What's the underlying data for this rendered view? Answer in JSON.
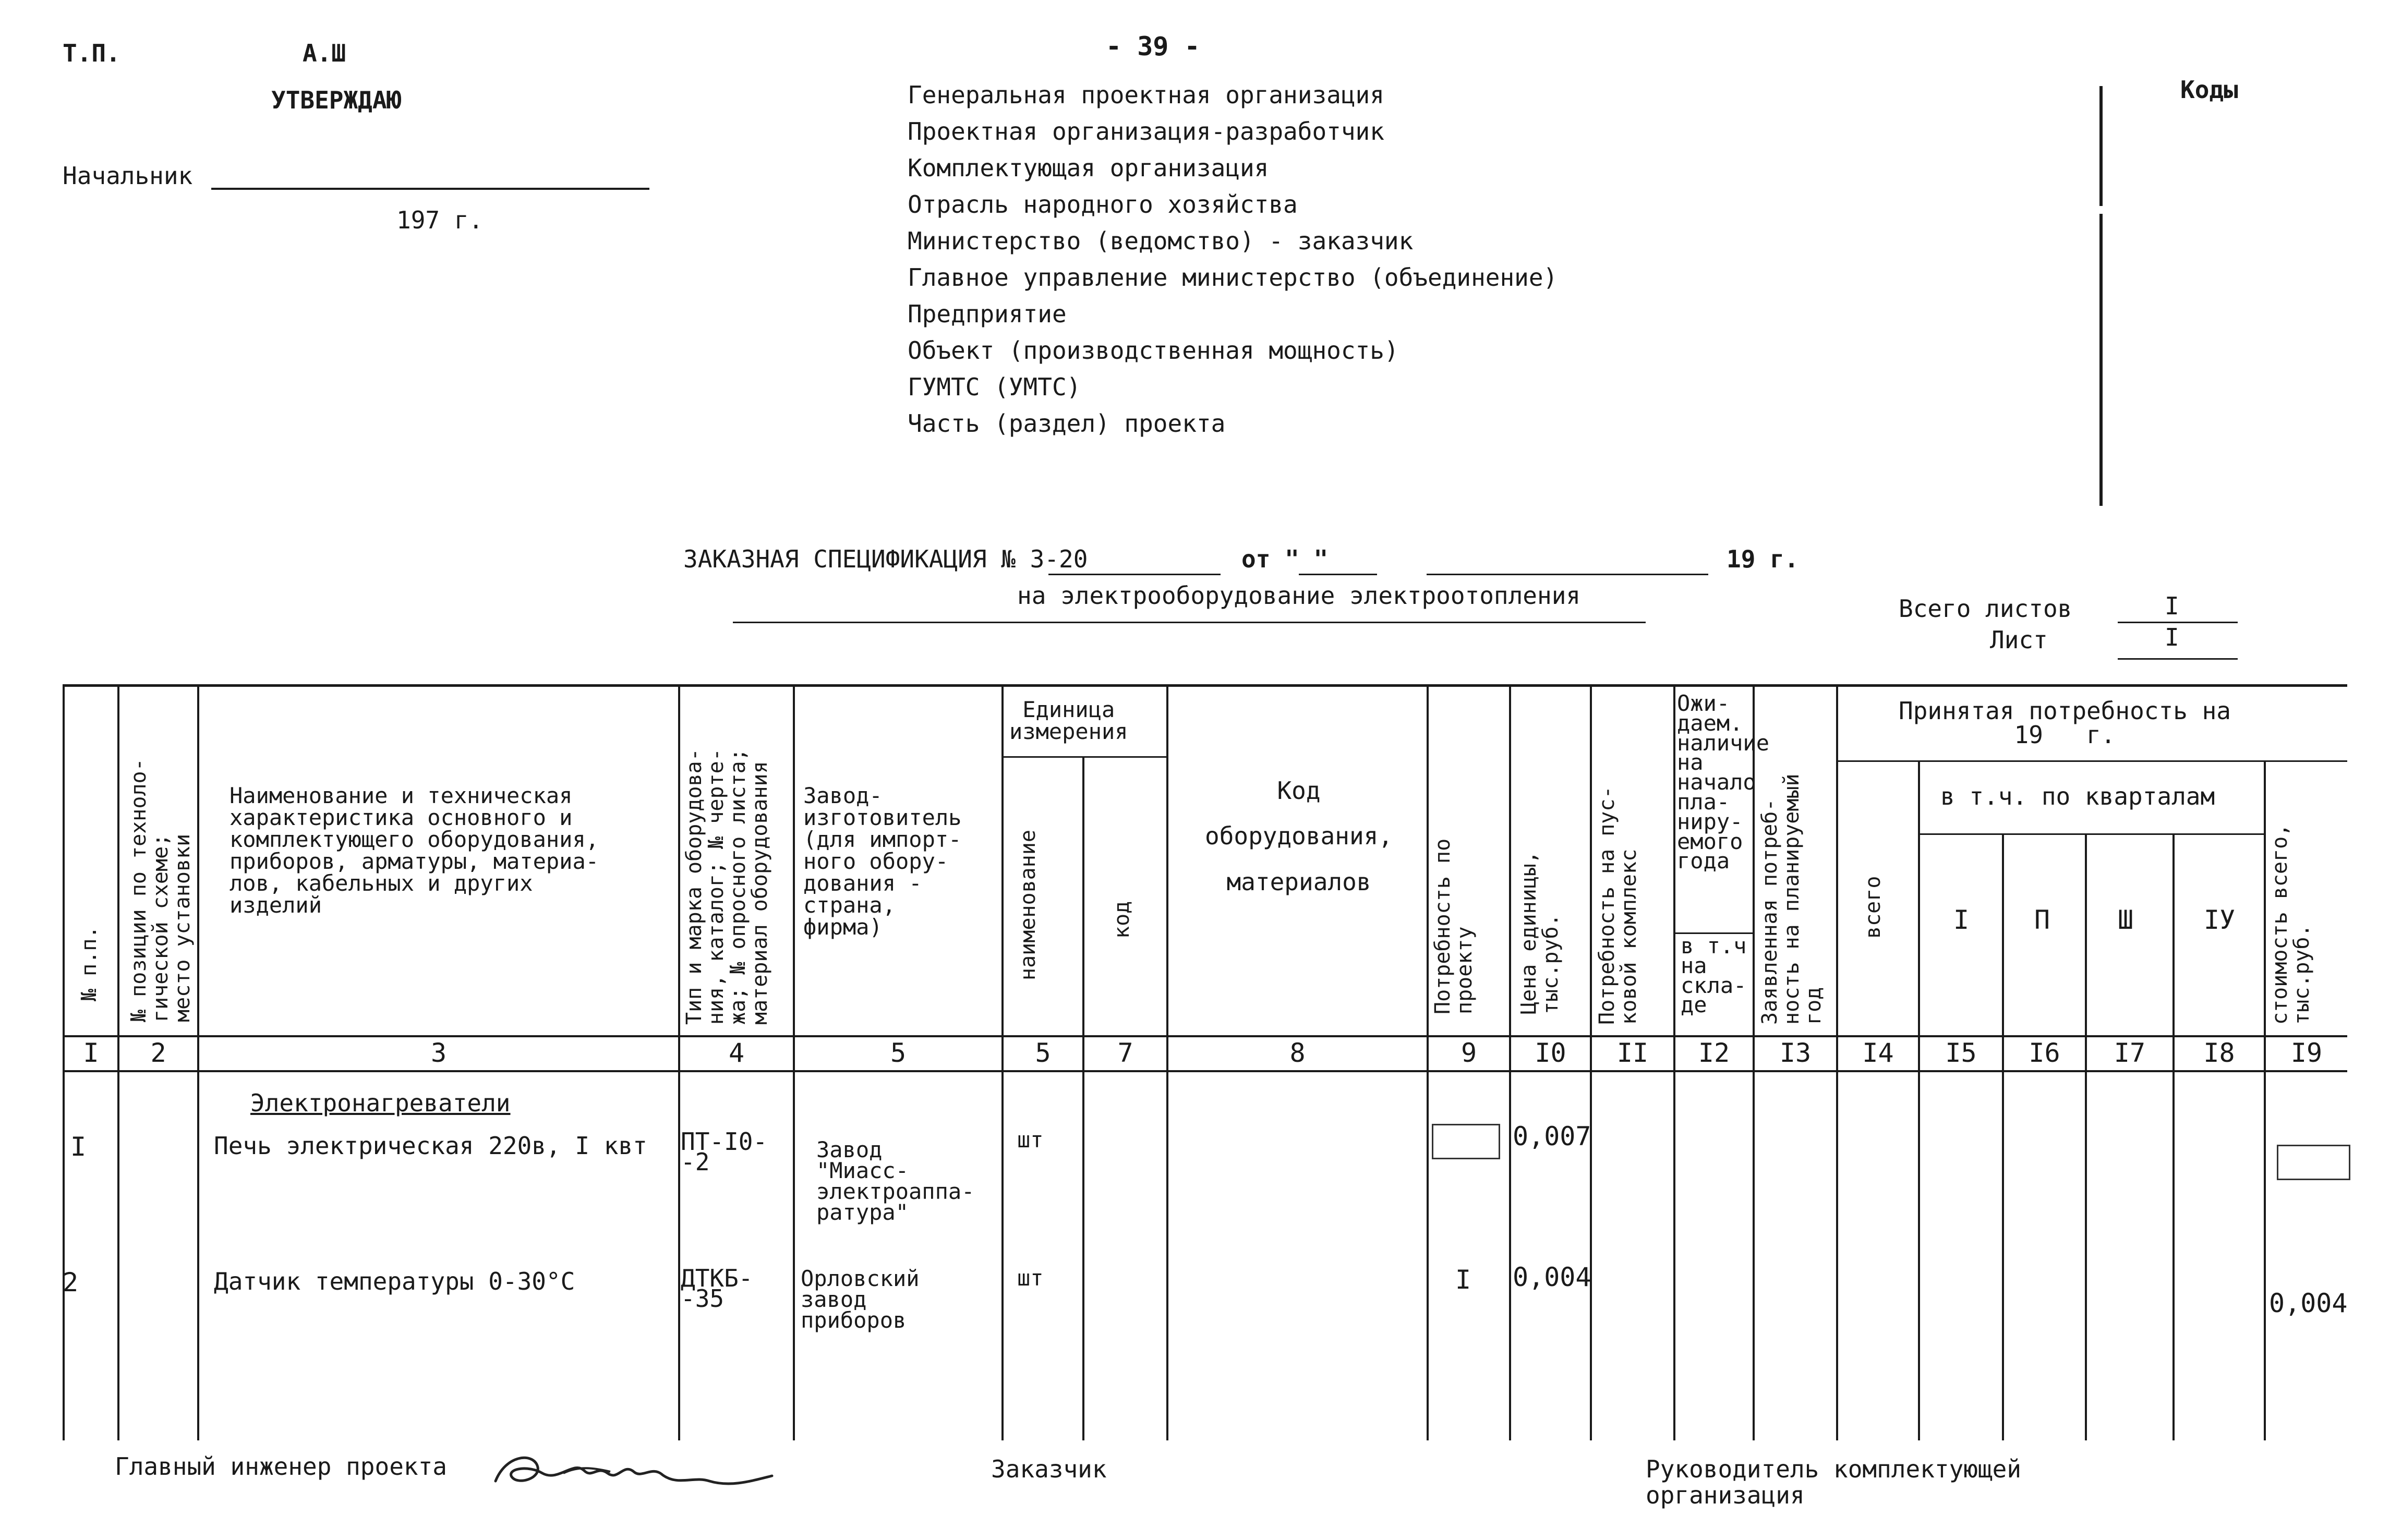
{
  "header": {
    "tp": "Т.П.",
    "album": "А.Ш",
    "page_number": "- 39 -",
    "approve": "УТВЕРЖДАЮ",
    "chief": "Начальник",
    "year": "197   г.",
    "codes": "Коды",
    "org_lines": [
      "Генеральная проектная организация",
      "Проектная организация-разработчик",
      "Комплектующая организация",
      "Отрасль народного хозяйства",
      "Министерство (ведомство) - заказчик",
      "Главное управление министерство (объединение)",
      "Предприятие",
      "Объект (производственная мощность)",
      "ГУМТС (УМТС)",
      "Часть (раздел) проекта"
    ]
  },
  "title": {
    "spec": "ЗАКАЗНАЯ СПЕЦИФИКАЦИЯ № 3-20",
    "from": "от  \"     \"",
    "year": "19  г.",
    "subtitle": "на электрооборудование электроотопления",
    "sheets_total_label": "Всего листов",
    "sheets_total": "I",
    "sheet_label": "Лист",
    "sheet": "I"
  },
  "table": {
    "headers": {
      "c1": "№ п.п.",
      "c2": "№ позиции по техноло-\nгической схеме;\nместо установки",
      "c3": "Наименование и техническая\nхарактеристика основного и\nкомплектующего оборудования,\nприборов, арматуры, материа-\nлов, кабельных и других\nизделий",
      "c4": "Тип и марка оборудова-\nния, каталог; № черте-\nжа; № опросного листа;\nматериал оборудования",
      "c5": "Завод-\nизготовитель\n(для импорт-\nного обору-\nдования -\nстрана,\nфирма)",
      "unit": "Единица\nизмерения",
      "unit_name": "наименование",
      "unit_code": "код",
      "c8": "Код\n\nоборудования,\n\nматериалов",
      "c9": "Потребность по\nпроекту",
      "c10": "Цена единицы,\nтыс.руб.",
      "c11": "Потребность на пус-\nковой комплекс",
      "c12_top": "Ожи-\nдаем.\nналичие\nна\nначало\nпла-\nниру-\nемого\nгода",
      "c12_bottom": "в т.ч\nна\nскла-\nде",
      "c13": "Заявленная потреб-\nность на планируемый\nгод",
      "accepted": "Принятая потребность на\n19   г.",
      "total": "всего",
      "quarters": "в т.ч. по кварталам",
      "q1": "I",
      "q2": "П",
      "q3": "Ш",
      "q4": "IУ",
      "c19": "стоимость всего,\nтыс.руб."
    },
    "col_numbers": [
      "I",
      "2",
      "3",
      "4",
      "5",
      "5",
      "7",
      "8",
      "9",
      "I0",
      "II",
      "I2",
      "I3",
      "I4",
      "I5",
      "I6",
      "I7",
      "I8",
      "I9"
    ],
    "section_title": "Электронагреватели",
    "rows": [
      {
        "num": "I",
        "name": "Печь электрическая 220в, I квт",
        "type": "ПТ-I0-\n-2",
        "maker": "Завод\n\"Миасс-\nэлектроаппа-\nратура\"",
        "unit": "шт",
        "qty": "",
        "price": "0,007",
        "cost": ""
      },
      {
        "num": "2",
        "name": "Датчик температуры 0-30°С",
        "type": "ДТКБ-\n-35",
        "maker": "Орловский\nзавод\nприборов",
        "unit": "шт",
        "qty": "I",
        "price": "0,004",
        "cost": "0,004"
      }
    ]
  },
  "footer": {
    "chief_engineer": "Главный инженер проекта",
    "customer": "Заказчик",
    "head_line1": "Руководитель комплектующей",
    "head_line2": "организация"
  }
}
